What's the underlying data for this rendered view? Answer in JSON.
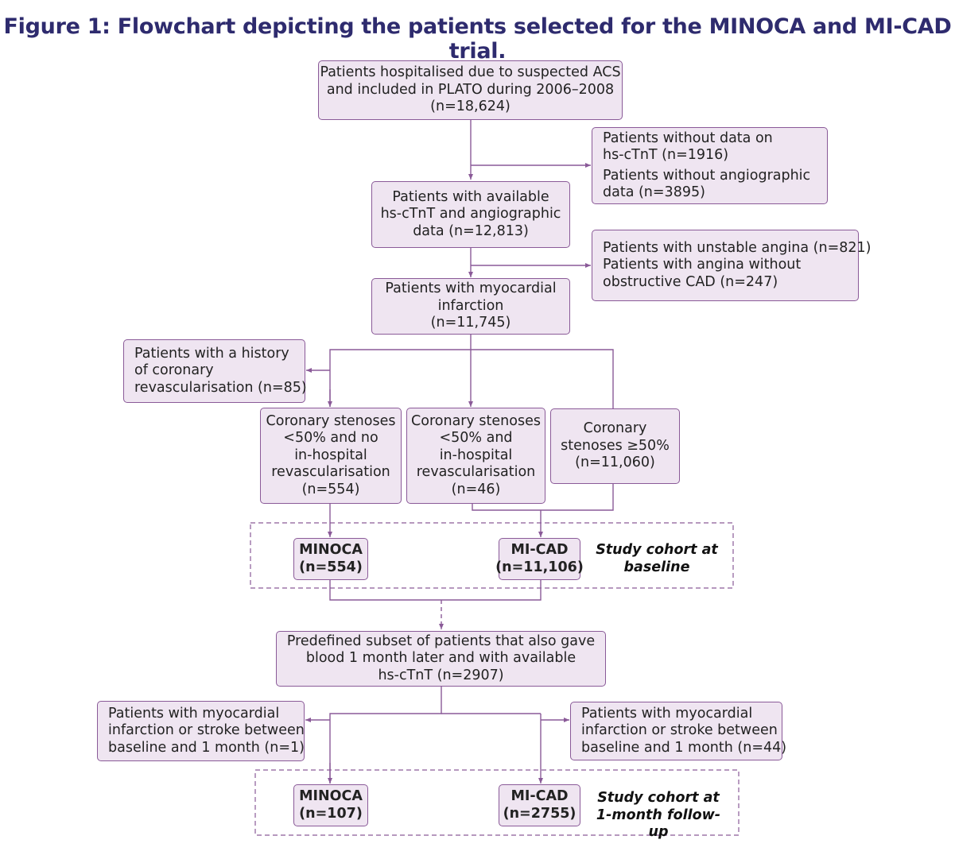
{
  "title": "Figure 1: Flowchart depicting the patients selected for the MINOCA and MI-CAD trial.",
  "boxes": {
    "plato": [
      "Patients hospitalised due to suspected ACS",
      "and included in PLATO during 2006–2008",
      "(n=18,624)"
    ],
    "excl1": [
      "Patients without data on",
      "hs-cTnT (n=1916)",
      "Patients without angiographic",
      "data (n=3895)"
    ],
    "available": [
      "Patients with available",
      "hs-cTnT and angiographic",
      "data (n=12,813)"
    ],
    "excl2": [
      "Patients with unstable angina (n=821)",
      "Patients with angina without",
      "obstructive CAD (n=247)"
    ],
    "mi": [
      "Patients with myocardial",
      "infarction",
      "(n=11,745)"
    ],
    "history": [
      "Patients with a history",
      "of coronary",
      "revascularisation (n=85)"
    ],
    "stenA": [
      "Coronary stenoses",
      "<50% and no",
      "in-hospital",
      "revascularisation",
      "(n=554)"
    ],
    "stenB": [
      "Coronary stenoses",
      "<50% and",
      "in-hospital",
      "revascularisation",
      "(n=46)"
    ],
    "stenC": [
      "Coronary",
      "stenoses ≥50%",
      "(n=11,060)"
    ],
    "minoca1": [
      "MINOCA",
      "(n=554)"
    ],
    "micad1": [
      "MI-CAD",
      "(n=11,106)"
    ],
    "subset": [
      "Predefined subset of patients that also gave",
      "blood 1 month later and with available",
      "hs-cTnT (n=2907)"
    ],
    "exclL": [
      "Patients with myocardial",
      "infarction or stroke between",
      "baseline and 1 month (n=1)"
    ],
    "exclR": [
      "Patients with myocardial",
      "infarction or stroke between",
      "baseline and 1 month (n=44)"
    ],
    "minoca2": [
      "MINOCA",
      "(n=107)"
    ],
    "micad2": [
      "MI-CAD",
      "(n=2755)"
    ]
  },
  "cohort_labels": {
    "baseline": [
      "Study cohort at",
      "baseline"
    ],
    "followup": [
      "Study cohort at",
      "1-month follow-up"
    ]
  },
  "colors": {
    "box_fill": "#efe5f1",
    "box_border": "#8a5a98",
    "line": "#8a5a98",
    "title": "#2e2b6e"
  }
}
